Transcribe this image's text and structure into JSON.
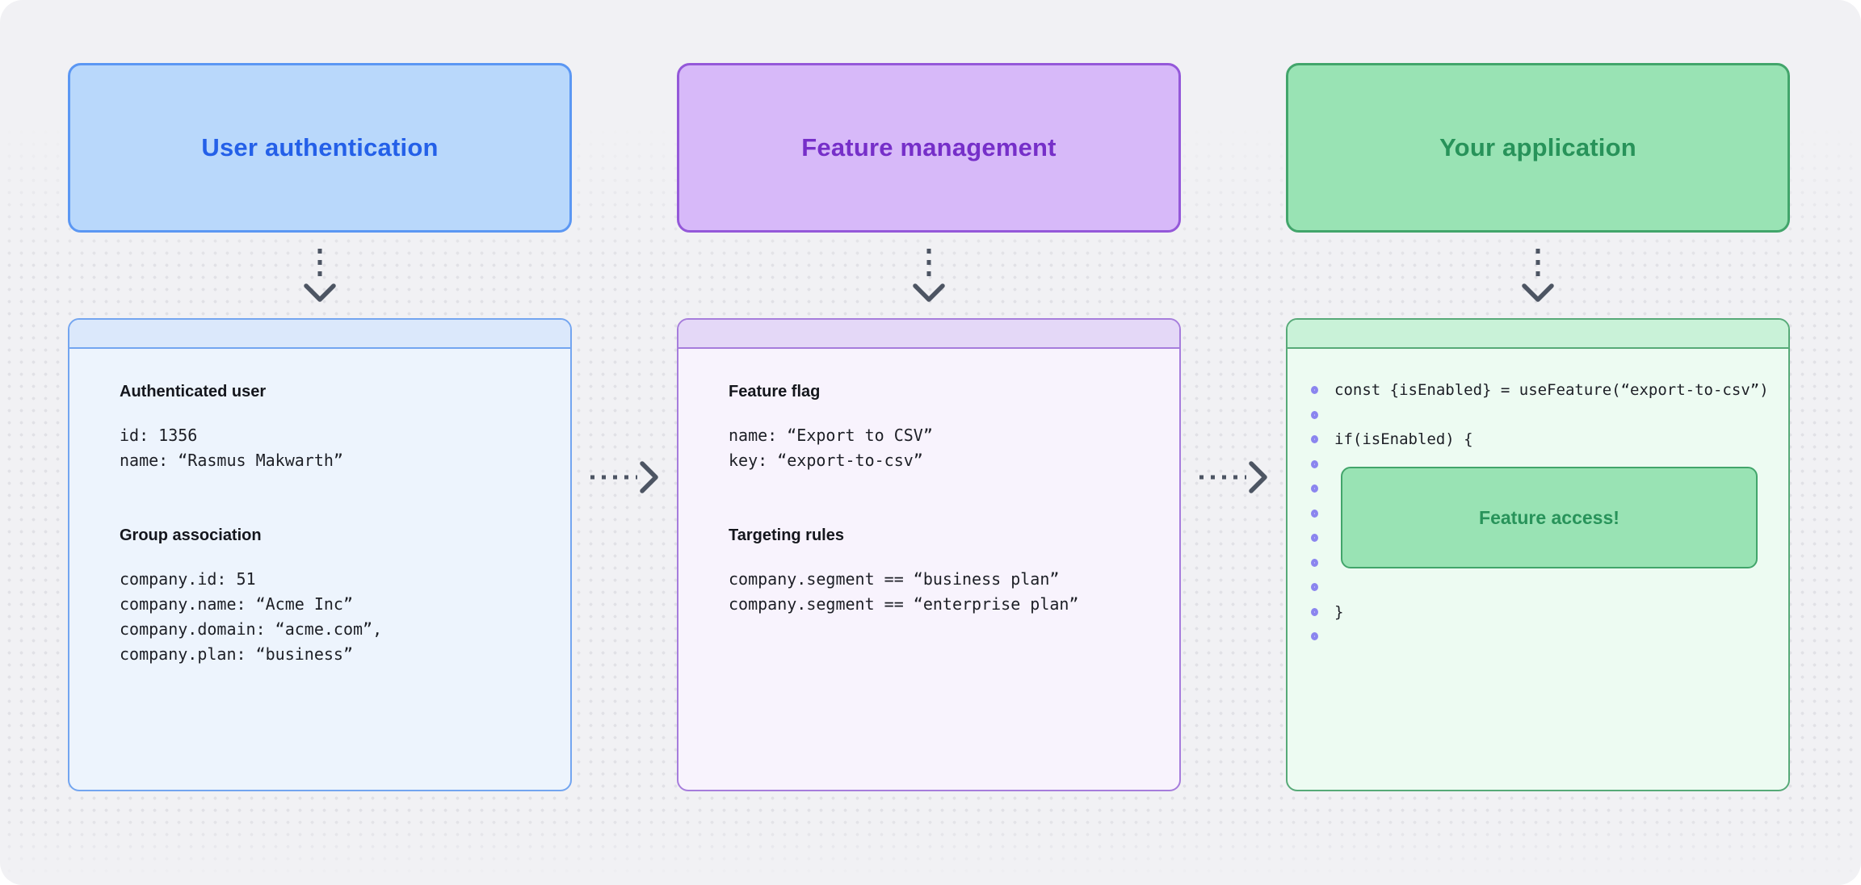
{
  "palette": {
    "canvas_bg": "#f1f1f4",
    "blue": {
      "box_bg": "#b9d8fb",
      "box_border": "#5b97f3",
      "title": "#2460e8",
      "card_bg": "#edf4fd",
      "card_strip": "#dbe8fb",
      "card_border": "#73a5f0"
    },
    "purple": {
      "box_bg": "#d7b9f9",
      "box_border": "#9458d9",
      "title": "#762fc9",
      "card_bg": "#f8f3fd",
      "card_strip": "#e4d8f7",
      "card_border": "#a67ddc"
    },
    "green": {
      "box_bg": "#99e3b4",
      "box_border": "#42a56b",
      "title": "#28935a",
      "card_bg": "#edfbf2",
      "card_strip": "#c9f2d8",
      "card_border": "#57aa78"
    },
    "arrow": "#4d5563",
    "line_marker_outer": "#8b85ef",
    "line_marker_inner": "#c8c5f8",
    "text": "#1d1f26"
  },
  "columns": [
    {
      "key": "user-authentication",
      "header": {
        "label": "User authentication"
      },
      "card": {
        "sections": [
          {
            "heading": "Authenticated user",
            "lines": [
              "id: 1356",
              "name: “Rasmus Makwarth”"
            ]
          },
          {
            "heading": "Group association",
            "lines": [
              "company.id: 51",
              "company.name: “Acme Inc”",
              "company.domain: “acme.com”,",
              "company.plan: “business”"
            ]
          }
        ]
      }
    },
    {
      "key": "feature-management",
      "header": {
        "label": "Feature management"
      },
      "card": {
        "sections": [
          {
            "heading": "Feature flag",
            "lines": [
              "name: “Export to CSV”",
              "key: “export-to-csv”"
            ]
          },
          {
            "heading": "Targeting rules",
            "lines": [
              "company.segment == “business plan”",
              "company.segment == “enterprise plan”"
            ]
          }
        ]
      }
    },
    {
      "key": "your-application",
      "header": {
        "label": "Your application"
      },
      "code_card": {
        "marker_count": 11,
        "line_1": "const {isEnabled} = useFeature(“export-to-csv”)",
        "line_3": "if(isEnabled) {",
        "feature_button_label": "Feature access!",
        "line_10": "}"
      }
    }
  ]
}
